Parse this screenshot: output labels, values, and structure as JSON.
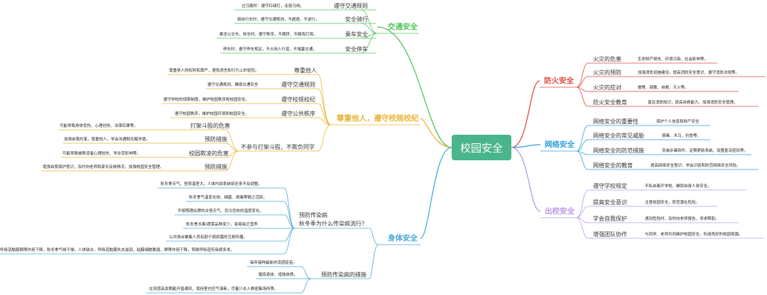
{
  "central": "校园安全",
  "colors": {
    "center": "#49b58b",
    "traffic": "#51c25a",
    "respect": "#e7b532",
    "health": "#4aa8d8",
    "fire": "#e0493f",
    "network": "#2f9fd9",
    "outside": "#b89ae6"
  },
  "traffic": {
    "label": "交通安全",
    "items": [
      {
        "label": "遵守交通规则",
        "leaf": "过马路时：遵守红绿灯，走斑马线。"
      },
      {
        "label": "安全骑行",
        "leaf": "骑自行车时，遵守交通规则，不超速，不逆行。"
      },
      {
        "label": "乘车安全",
        "leaf": "乘坐公交车、校车时，遵守秩序，不拥挤，不嬉戏打闹。"
      },
      {
        "label": "安全停车",
        "leaf": "停车时，遵守停车规定，不占用人行道，不堵塞交通。"
      }
    ]
  },
  "respect": {
    "label": "尊重他人，遵守校规校纪",
    "items": [
      {
        "label": "尊重他人",
        "leaf": "尊重他人的权利和尊严，避免语言和行为上的冒犯。"
      },
      {
        "label": "遵守交通规则",
        "leaf": "遵守交通规则，确保交通安全"
      },
      {
        "label": "遵守校规校纪",
        "leaf": "遵守学校的规章制度，维护校园秩序和校园安全。"
      },
      {
        "label": "遵守公共秩序",
        "leaf": "遵守校园秩序，维护校园环境和校园安全。"
      }
    ],
    "fight": {
      "label": "不参与打架斗殴，不欺负同学",
      "items": [
        {
          "label": "打架斗殴的危害",
          "leaf": "可能导致身体受伤、心理创伤、法律后果等。"
        },
        {
          "label": "预防措施",
          "leaf": "加强自我约束，尊重他人，学会沟通和化解矛盾。"
        },
        {
          "label": "校园欺凌的危害",
          "leaf": "可能导致被欺凌者心理创伤、学业受影响等。"
        },
        {
          "label": "预防措施",
          "leaf": "增强自我保护意识，及时向老师和家长反映情况，加强校园安全管理。"
        }
      ]
    }
  },
  "health": {
    "label": "身体安全",
    "flu": {
      "label_line1": "预防传染病",
      "label_line2": "秋冬季为什么传染病流行?",
      "items": [
        "秋冬季天气，昼夜温差大，人体内部系统却还来不及调整。",
        "秋冬季气温变化快，细菌、病毒等随之活跃。",
        "不按照理出牌的古怪天气，忽冷忽热的温度变化。",
        "秋冬季水果/蔬菜品种变少，容易缺乏营养",
        "公共场合聚集人员有助于病原菌的互相传播。",
        "呼吸道黏膜屏障作用下降，秋冬季气候干燥，人体缺水，呼吸道黏膜失去滋润，粘膜细胞脆弱，屏障作用下降，导致呼吸道传染病多发。"
      ]
    },
    "measures": {
      "label": "预防传染病的措施",
      "items": [
        "每年接种最新的流感疫苗。",
        "锻炼身体、增强体质。",
        "在流感高发期勤开窗通风，保持室内空气清新，尽量少去人群密集场所等。"
      ]
    }
  },
  "fire": {
    "label": "防火安全",
    "items": [
      {
        "label": "火灾的危害",
        "leaf": "生命财产损失、环境污染、社会影响等。"
      },
      {
        "label": "火灾的预防",
        "leaf": "加强消防设施建设，提高消防安全意识，遵守消防法规等。"
      },
      {
        "label": "火灾的应对",
        "leaf": "报警、疏散、自救、灭火等。"
      },
      {
        "label": "防火安全教育",
        "leaf": "普及消防知识，提高自救能力，加强消防安全管理。"
      }
    ]
  },
  "network": {
    "label": "网络安全",
    "items": [
      {
        "label": "网络安全的重要性",
        "leaf": "保护个人信息和财产安全"
      },
      {
        "label": "网络安全的常见威胁",
        "leaf": "病毒、木马、钓鱼等。"
      },
      {
        "label": "网络安全的防范措施",
        "leaf": "安装杀毒软件、定期更新系统、设置复杂密码等。"
      },
      {
        "label": "网络安全的教育",
        "leaf": "提高网络安全意识，学会识别和防范网络安全风险。"
      }
    ]
  },
  "outside": {
    "label": "出校安全",
    "items": [
      {
        "label": "遵守学校规定",
        "leaf": "不私自离开学校，确保自身人身安全。"
      },
      {
        "label": "提高安全意识",
        "leaf": "注意校园安全，防范潜在危险。"
      },
      {
        "label": "学会自我保护",
        "leaf": "遇到危险时，及时向老师报告，寻求帮助。"
      },
      {
        "label": "增强团队协作",
        "leaf": "与同学、老师共同维护校园安全，形成良好的校园氛围。"
      }
    ]
  }
}
